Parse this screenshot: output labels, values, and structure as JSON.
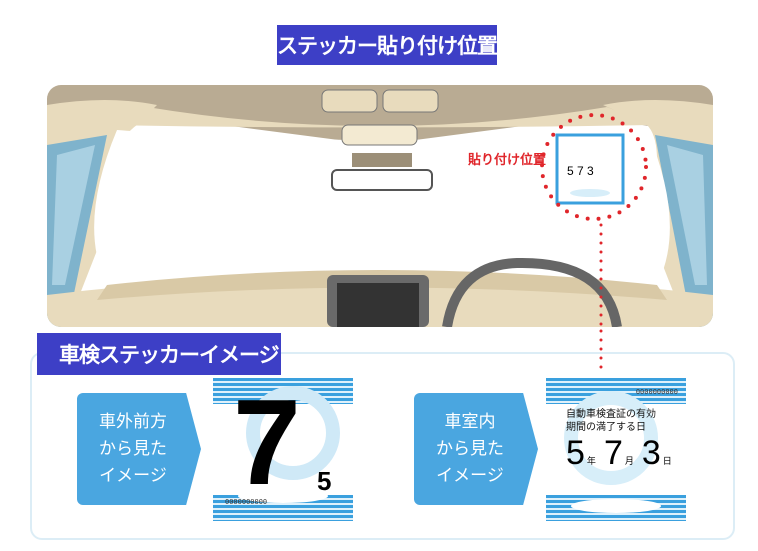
{
  "header": {
    "title": "ステッカー貼り付け位置"
  },
  "placement_label": "貼り付け位置",
  "section": {
    "title": "車検ステッカーイメージ"
  },
  "front_view": {
    "label_lines": [
      "車外前方",
      "から見た",
      "イメージ"
    ],
    "month": "7",
    "year": "5",
    "serial": "0000000000"
  },
  "interior_view": {
    "label_lines": [
      "車室内",
      "から見た",
      "イメージ"
    ],
    "serial": "0000000000",
    "caption_lines": [
      "自動車検査証の有効",
      "期間の満了する日"
    ],
    "year": "5",
    "year_unit": "年",
    "month": "7",
    "month_unit": "月",
    "day": "3",
    "day_unit": "日"
  },
  "colors": {
    "title_bg": "#3d3fc6",
    "arrow_bg": "#4aa6e0",
    "dots": "#e0262b",
    "sticker_blue": "#3aa0de"
  }
}
